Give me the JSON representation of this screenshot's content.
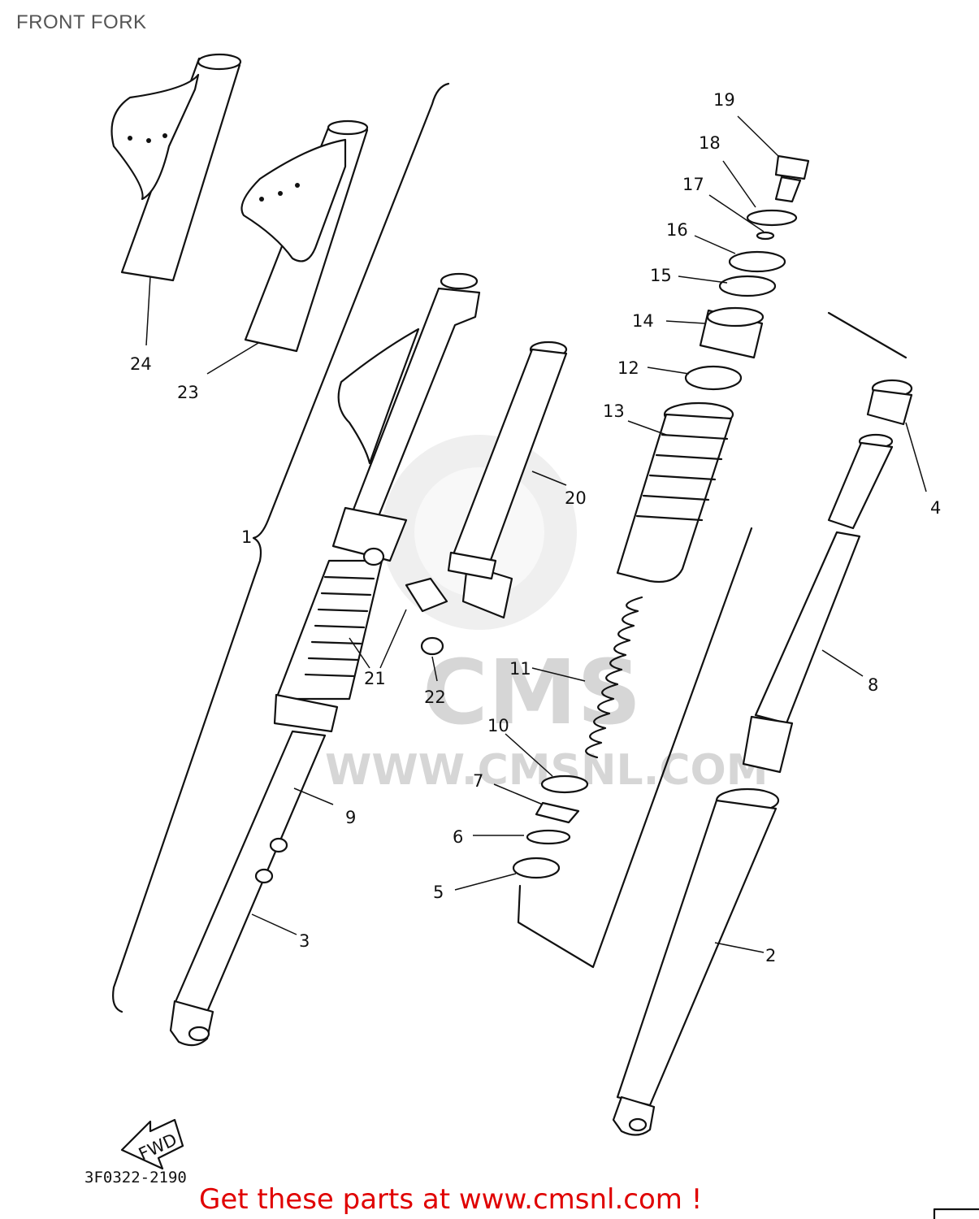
{
  "title": "FRONT FORK",
  "watermark": {
    "brand": "CMS",
    "url": "WWW.CMSNL.COM"
  },
  "callouts": [
    "1",
    "2",
    "3",
    "4",
    "5",
    "6",
    "7",
    "8",
    "9",
    "10",
    "11",
    "12",
    "13",
    "14",
    "15",
    "16",
    "17",
    "18",
    "19",
    "20",
    "21",
    "22",
    "23",
    "24"
  ],
  "fwd_label": "FWD",
  "doc_code": "3F0322-2190",
  "promo_link": "Get these parts at www.cmsnl.com !",
  "colors": {
    "title": "#555555",
    "promo": "#e00000",
    "line": "#111111",
    "watermark": "#d6d6d6"
  }
}
